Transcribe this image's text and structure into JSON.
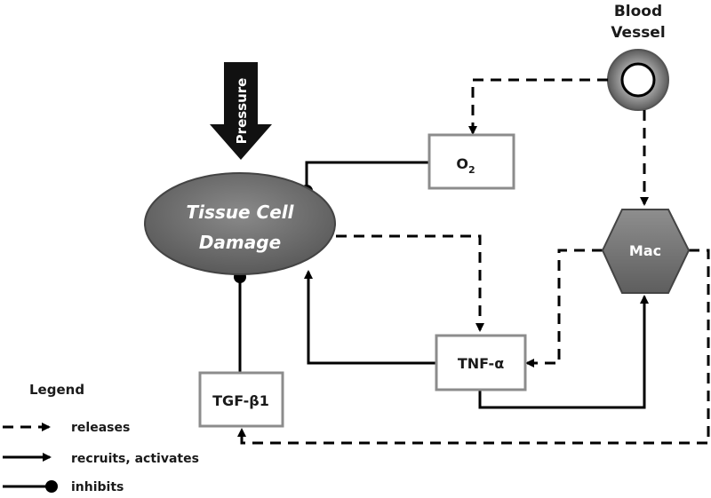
{
  "nodes": {
    "blood_vessel": "Blood\nVessel",
    "pressure": "Pressure",
    "tissue_damage_line1": "Tissue Cell",
    "tissue_damage_line2": "Damage",
    "o2_main": "O",
    "o2_sub": "2",
    "mac": "Mac",
    "tnf": "TNF-α",
    "tgf": "TGF-β1"
  },
  "legend": {
    "title": "Legend",
    "releases": "releases",
    "recruits": "recruits, activates",
    "inhibits": "inhibits"
  }
}
